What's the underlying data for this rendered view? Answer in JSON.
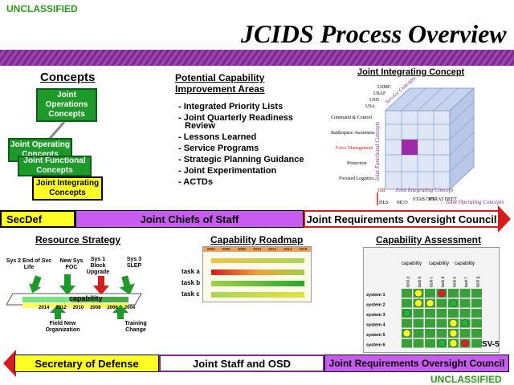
{
  "classification_top": "UNCLASSIFIED",
  "classification_bottom": "UNCLASSIFIED",
  "title": "JCIDS Process Overview",
  "concepts": {
    "heading": "Concepts",
    "joint_operations": "Joint Operations Concepts",
    "joint_operating": "Joint Operating Concepts",
    "joint_functional": "Joint Functional Concepts",
    "joint_integrating": "Joint Integrating Concepts"
  },
  "improvement": {
    "heading_line1": "Potential Capability",
    "heading_line2": "Improvement Areas",
    "items": [
      "- Integrated Priority Lists",
      "- Joint Quarterly Readiness",
      "Review",
      "- Lessons Learned",
      "- Service Programs",
      "- Strategic Planning Guidance",
      "- Joint Experimentation",
      "- ACTDs"
    ]
  },
  "jic_cube": {
    "heading": "Joint Integrating Concept",
    "services": [
      "USMC",
      "USAF",
      "USN",
      "USA"
    ],
    "services_label": "Service Concepts",
    "functional_label": "Joint Functional Concepts",
    "rows": [
      "Command & Control",
      "Battlespace Awareness",
      "Force Management",
      "Protection",
      "Focused Logistics"
    ],
    "jic_label": "JSB",
    "jic_concept_label": "Joint Integrating Concept",
    "operating": [
      "HLS",
      "MCO",
      "STAB OPS",
      "STRAT DEFT"
    ],
    "operating_label": "Joint Operating Concepts"
  },
  "top_band": {
    "left": "SecDef",
    "middle": "Joint Chiefs of Staff",
    "right": "Joint Requirements Oversight Council"
  },
  "resource": {
    "heading": "Resource Strategy",
    "sys2": "Sys 2 End of Svc Life",
    "new_sys": "New Sys FOC",
    "sys1": "Sys 1 Block Upgrade",
    "sys3": "Sys 3 SLEP",
    "bar_label": "capability",
    "years": [
      "2014",
      "2012",
      "2010",
      "2008",
      "2006",
      "2004"
    ],
    "field_new": "Field New Organization",
    "training": "Training Change"
  },
  "roadmap": {
    "heading": "Capability Roadmap",
    "years": [
      "2004",
      "2006",
      "2008",
      "2010",
      "2012",
      "2014",
      "2016"
    ],
    "tasks": [
      "task a",
      "task b",
      "task c"
    ]
  },
  "assessment": {
    "heading": "Capability Assessment",
    "caps": [
      "capability",
      "capability",
      "capability"
    ],
    "tasks": [
      "task a",
      "task b",
      "task c",
      "task d",
      "task e",
      "task f",
      "task g"
    ],
    "systems": [
      "system 1",
      "system 2",
      "system 3",
      "system 4",
      "system 5",
      "system 6"
    ],
    "tag": "SV-5",
    "colors": {
      "red": "#e8192c",
      "yellow": "#ffff26",
      "green": "#22b43a"
    }
  },
  "bottom_band": {
    "left": "Secretary of Defense",
    "middle": "Joint Staff and OSD",
    "right": "Joint Requirements Oversight Council"
  }
}
